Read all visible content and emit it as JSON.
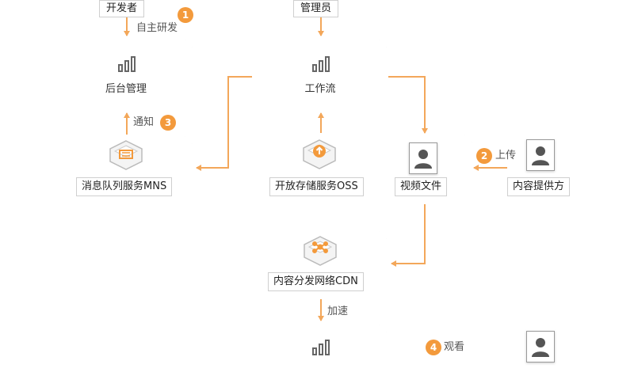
{
  "actors": {
    "developer": "开发者",
    "admin": "管理员",
    "content_provider": "内容提供方"
  },
  "nodes": {
    "backend": "后台管理",
    "workflow": "工作流",
    "mns": "消息队列服务MNS",
    "oss": "开放存储服务OSS",
    "video_file": "视频文件",
    "cdn": "内容分发网络CDN"
  },
  "steps": [
    {
      "num": "1",
      "text": "自主研发"
    },
    {
      "num": "2",
      "text": "上传"
    },
    {
      "num": "3",
      "text": "通知"
    },
    {
      "num": "4",
      "text": "观看"
    }
  ],
  "edges": {
    "accelerate": "加速"
  },
  "colors": {
    "accent": "#f39a3c",
    "arrow": "#f3a75a",
    "icon_gray": "#666666"
  }
}
